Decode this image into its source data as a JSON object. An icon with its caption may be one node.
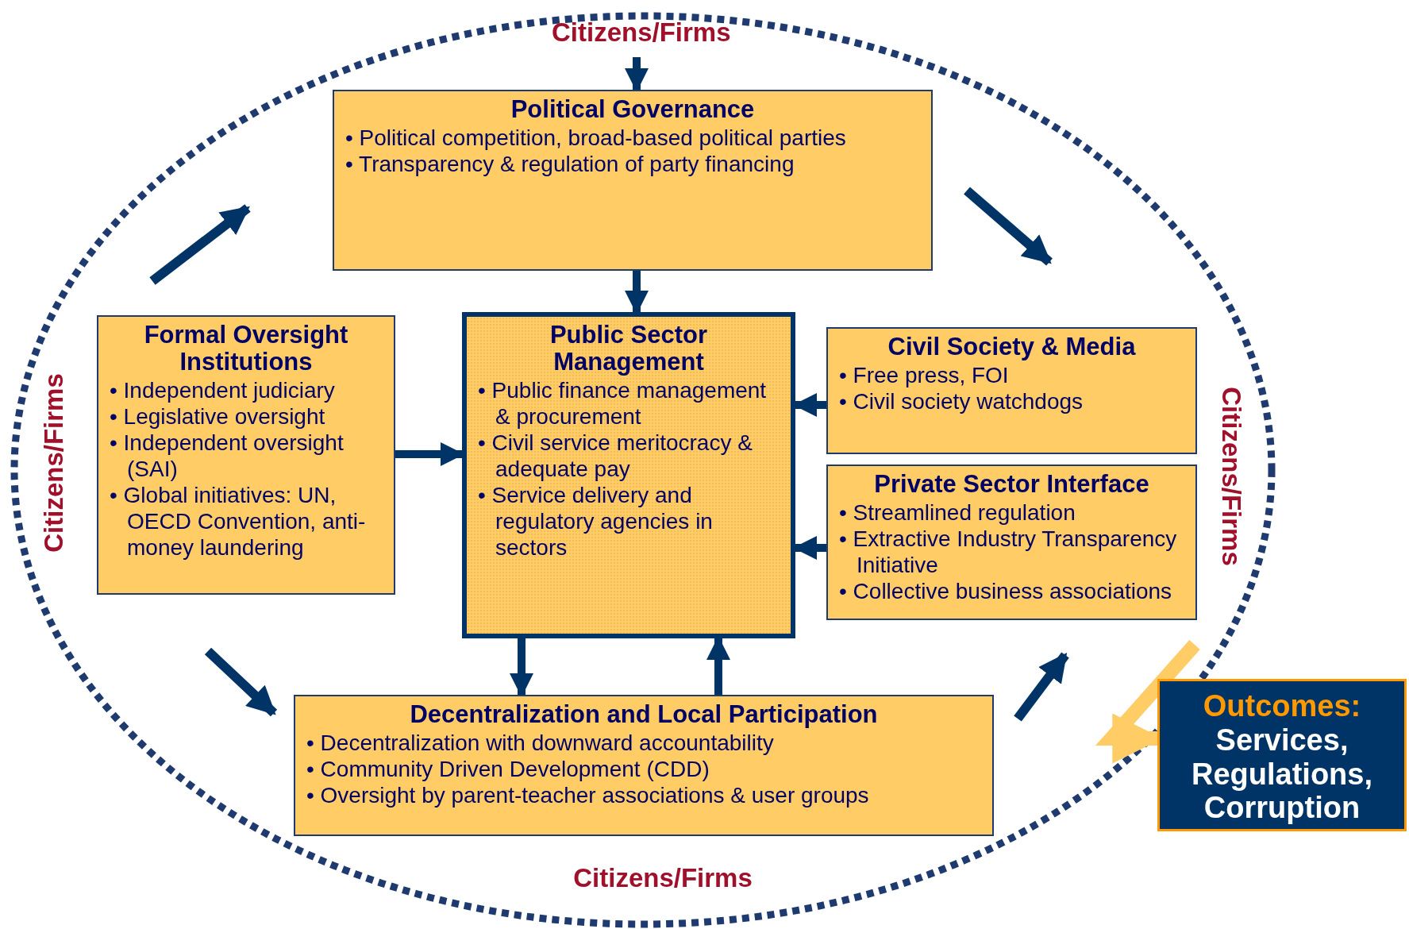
{
  "diagram": {
    "nodes": [
      {
        "text": [
          "Citizens/Firms"
        ]
      },
      {
        "text": [
          "Political Governance",
          "• Political competition, broad-based political parties",
          "• Transparency & regulation of party financing"
        ]
      },
      {
        "text": [
          "Formal Oversight Institutions",
          "• Independent judiciary",
          "• Legislative oversight",
          "• Independent oversight (SAI)",
          "• Global initiatives: UN, OECD Convention, anti-money laundering"
        ]
      },
      {
        "text": [
          "Public Sector Management",
          "• Public finance management & procurement",
          "• Civil service meritocracy & adequate pay",
          "• Service delivery and regulatory agencies in sectors"
        ]
      },
      {
        "text": [
          "Civil Society & Media",
          "• Free press, FOI",
          "• Civil society watchdogs"
        ]
      },
      {
        "text": [
          "Private Sector Interface",
          "• Streamlined regulation",
          "• Extractive Industry Transparency Initiative",
          "• Collective business associations"
        ]
      },
      {
        "text": [
          "Decentralization and Local Participation",
          "• Decentralization with downward accountability",
          "• Community Driven Development (CDD)",
          "• Oversight by parent-teacher associations & user groups"
        ]
      },
      {
        "text": [
          "Outcomes:",
          "Services, Regulations, Corruption"
        ]
      }
    ],
    "edges": [
      {
        "from": 0,
        "to": 1,
        "arrow": "to"
      },
      {
        "from": 1,
        "to": 3,
        "arrow": "to"
      },
      {
        "from": 2,
        "to": 3,
        "arrow": "to"
      },
      {
        "from": 4,
        "to": 3,
        "arrow": "to"
      },
      {
        "from": 5,
        "to": 3,
        "arrow": "to"
      },
      {
        "from": 3,
        "to": 6,
        "arrow": "to"
      },
      {
        "from": 6,
        "to": 3,
        "arrow": "to"
      },
      {
        "from": null,
        "to": 7,
        "arrow": "to",
        "style": "thick",
        "color": "#ffcc66"
      }
    ],
    "labels": [
      "Citizens/Firms",
      "Citizens/Firms",
      "Citizens/Firms"
    ]
  }
}
